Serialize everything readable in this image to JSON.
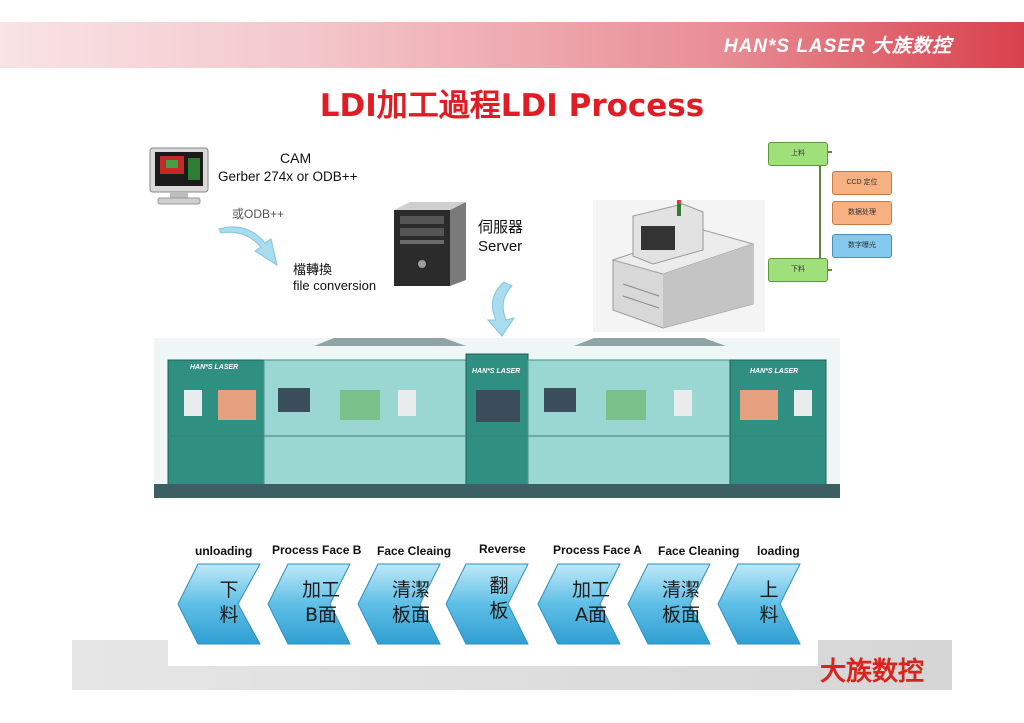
{
  "header": {
    "brand": "HAN*S LASER 大族数控"
  },
  "title": "LDI加工過程LDI Process",
  "cam": {
    "label": "CAM",
    "sublabel": "Gerber 274x or ODB++",
    "faint_text": "或ODB++"
  },
  "conversion": {
    "label_zh": "檔轉換",
    "label_en": "file conversion"
  },
  "server": {
    "label_zh": "伺服器",
    "label_en": "Server"
  },
  "flowchart": {
    "items": [
      "上料",
      "CCD 定位",
      "数据处理",
      "数字曝光",
      "下料"
    ]
  },
  "line": {
    "badge": "HAN*S LASER"
  },
  "process": {
    "steps": [
      {
        "en": "unloading",
        "zh1": "下",
        "zh2": "料"
      },
      {
        "en": "Process Face B",
        "zh1": "加工",
        "zh2": "B面"
      },
      {
        "en": "Face Cleaing",
        "zh1": "清潔",
        "zh2": "板面"
      },
      {
        "en": "Reverse",
        "zh1": "翻",
        "zh2": "板"
      },
      {
        "en": "Process Face A",
        "zh1": "加工",
        "zh2": "A面"
      },
      {
        "en": "Face Cleaning",
        "zh1": "清潔",
        "zh2": "板面"
      },
      {
        "en": "loading",
        "zh1": "上",
        "zh2": "料"
      }
    ]
  },
  "footer": {
    "brand": "大族数控"
  },
  "colors": {
    "accent": "#e01c24",
    "machine": "#9ad6d2",
    "chevron": "#5fbfe6"
  }
}
